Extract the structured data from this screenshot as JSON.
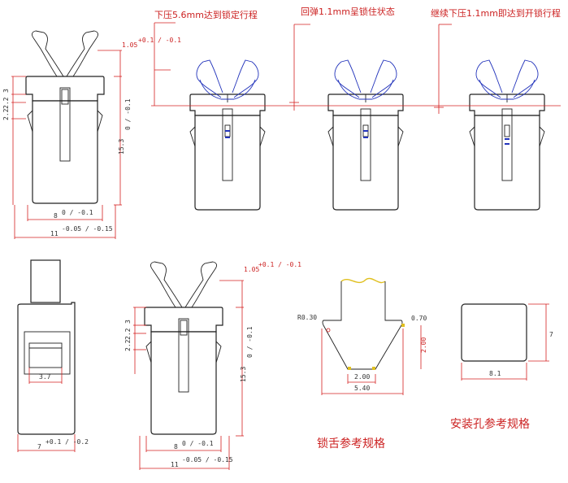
{
  "notes": {
    "step1": "下压5.6mm达到锁定行程",
    "step2": "回弹1.1mm呈锁住状态",
    "step3": "继续下压1.1mm即达到开锁行程"
  },
  "dims": {
    "top_gap": "1.05",
    "top_gap_tol": "+0.1 / -0.1",
    "height": "15.3",
    "height_tol": "0 / -0.1",
    "width_inner": "8",
    "width_inner_tol": "0 / -0.1",
    "width_outer": "11",
    "width_outer_tol": "-0.05 / -0.15",
    "side_3": "3",
    "side_22a": "2.2",
    "side_22b": "2.2",
    "slot_37": "3.7",
    "width_7": "7",
    "width_7_tol": "+0.1 / -0.2",
    "tongue_r": "R0.30",
    "tongue_070": "0.70",
    "tongue_h": "2.00",
    "tongue_base": "2.00",
    "tongue_width": "5.40",
    "hole_w": "8.1",
    "hole_h": "7"
  },
  "captions": {
    "tongue": "锁舌参考规格",
    "hole": "安装孔参考规格"
  }
}
